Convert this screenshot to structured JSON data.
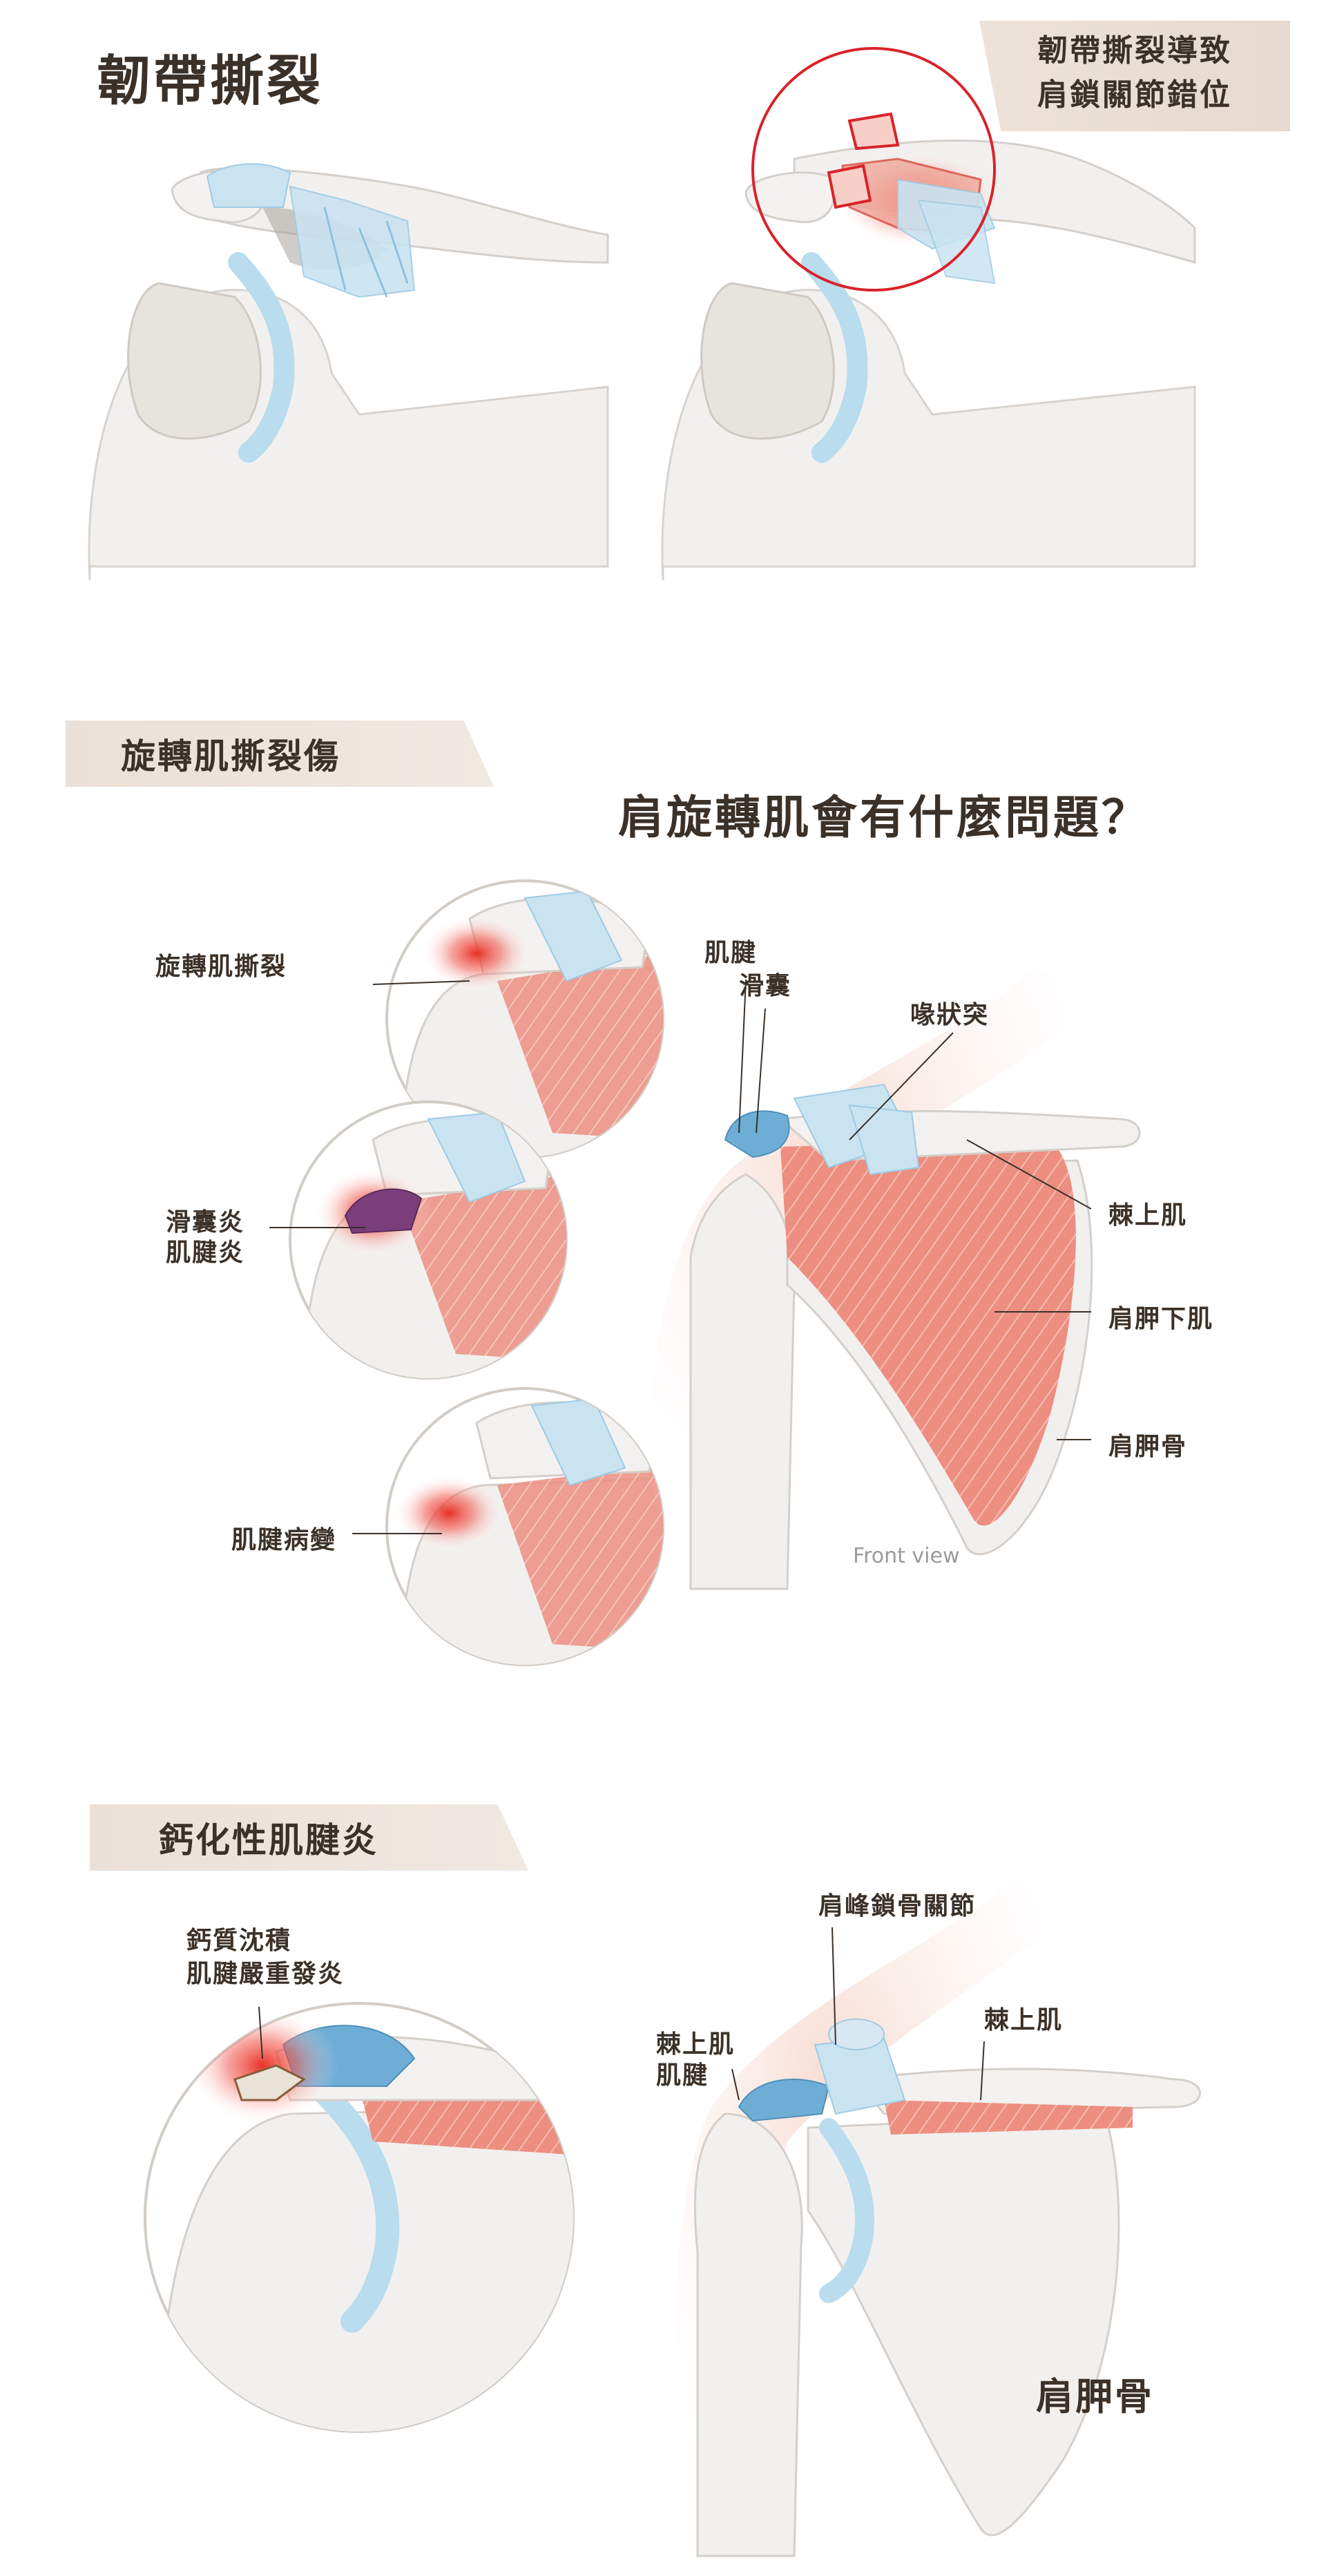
{
  "section1": {
    "title": "韌帶撕裂",
    "callout_line1": "韌帶撕裂導致",
    "callout_line2": "肩鎖關節錯位"
  },
  "section2": {
    "tag": "旋轉肌撕裂傷",
    "heading": "肩旋轉肌會有什麼問題？",
    "labels": {
      "tear": "旋轉肌撕裂",
      "bursitis_1": "滑囊炎",
      "bursitis_2": "肌腱炎",
      "tendinopathy": "肌腱病變",
      "tendon": "肌腱",
      "bursa": "滑囊",
      "coracoid": "喙狀突",
      "supraspinatus": "棘上肌",
      "subscapularis": "肩胛下肌",
      "scapula": "肩胛骨",
      "front_view": "Front view"
    }
  },
  "section3": {
    "tag": "鈣化性肌腱炎",
    "deposit_line1": "鈣質沈積",
    "deposit_line2": "肌腱嚴重發炎",
    "ac_joint": "肩峰鎖骨關節",
    "supraspinatus": "棘上肌",
    "supra_tendon_1": "棘上肌",
    "supra_tendon_2": "肌腱",
    "scapula": "肩胛骨"
  },
  "colors": {
    "bone": "#f2f0ee",
    "bone_edge": "#d4cfca",
    "cartilage": "#bcdcee",
    "ligament": "#c9e3f1",
    "muscle": "#e98a7c",
    "inflammation": "#e23b2b",
    "circle": "#d9232b",
    "skin": "#f7d9cf",
    "text": "#3c3128"
  }
}
